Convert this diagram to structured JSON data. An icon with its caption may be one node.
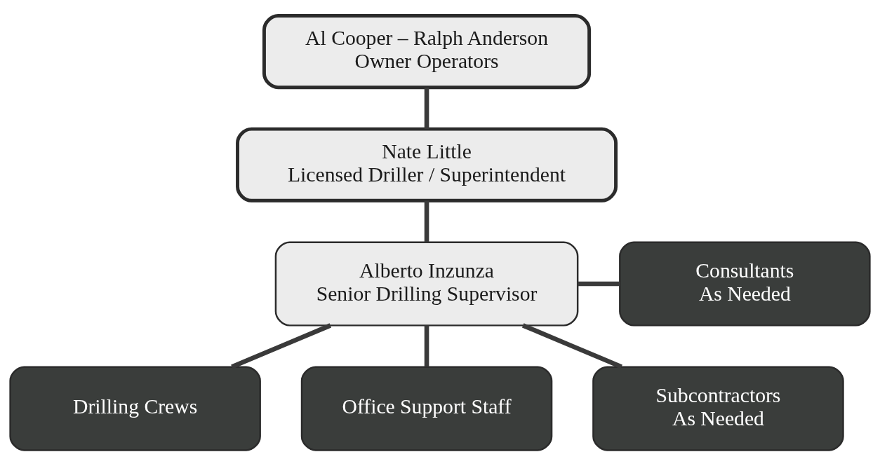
{
  "diagram": {
    "nodes": [
      {
        "text": [
          "Al Cooper – Ralph Anderson",
          "Owner Operators"
        ]
      },
      {
        "text": [
          "Nate Little",
          "Licensed Driller / Superintendent"
        ]
      },
      {
        "text": [
          "Alberto Inzunza",
          "Senior Drilling Supervisor"
        ]
      },
      {
        "text": [
          "Consultants",
          "As Needed"
        ]
      },
      {
        "text": [
          "Drilling Crews"
        ]
      },
      {
        "text": [
          "Office Support Staff"
        ]
      },
      {
        "text": [
          "Subcontractors",
          "As Needed"
        ]
      }
    ],
    "edges": [
      {
        "from": 0,
        "to": 1,
        "arrow": "none"
      },
      {
        "from": 1,
        "to": 2,
        "arrow": "none"
      },
      {
        "from": 2,
        "to": 3,
        "arrow": "none"
      },
      {
        "from": 2,
        "to": 4,
        "arrow": "none"
      },
      {
        "from": 2,
        "to": 5,
        "arrow": "none"
      },
      {
        "from": 2,
        "to": 6,
        "arrow": "none"
      }
    ]
  }
}
